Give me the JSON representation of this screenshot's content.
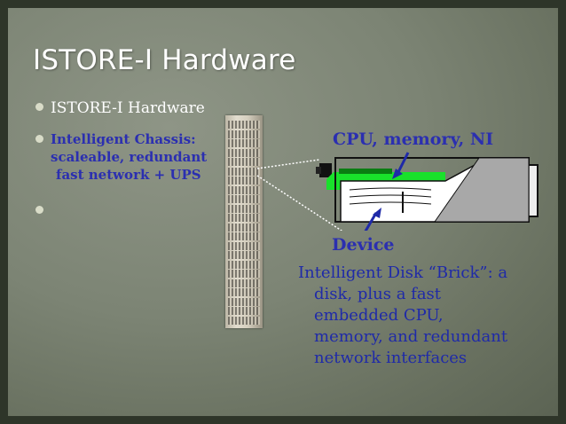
{
  "slide": {
    "title": "ISTORE-I Hardware",
    "bullets": [
      "ISTORE-I Hardware",
      "Intelligent Chassis:",
      "scaleable, redundant",
      "fast network + UPS",
      ""
    ],
    "labels": {
      "cpu": "CPU, memory, NI",
      "device": "Device"
    },
    "description": [
      "Intelligent Disk “Brick”: a",
      "disk, plus a fast",
      "embedded CPU,",
      "memory, and redundant",
      "network interfaces"
    ],
    "colors": {
      "title": "#ffffff",
      "emphasis_blue": "#2b2fb0",
      "body_blue": "#1f2aa8",
      "board_green": "#19e12b",
      "background": "#7c8474"
    }
  }
}
